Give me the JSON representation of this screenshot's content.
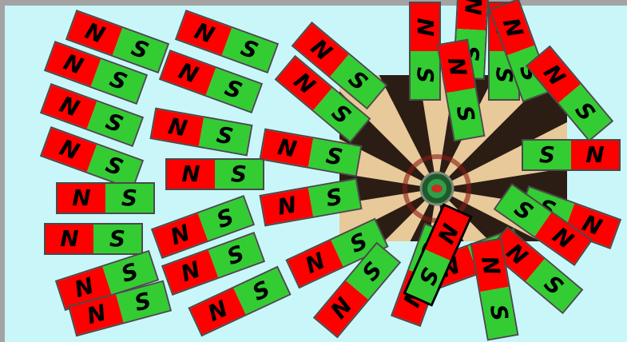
{
  "colors": {
    "north_pole": "#ff0000",
    "south_pole": "#33cc33",
    "background": "#c9f7f9",
    "frame": "#a3a3a3"
  },
  "north_label": "N",
  "south_label": "S",
  "scene": {
    "image_icon": "dartboard-icon"
  },
  "magnets": [
    {
      "first": "N",
      "second": "S"
    },
    {
      "first": "N",
      "second": "S"
    },
    {
      "first": "N",
      "second": "S"
    },
    {
      "first": "N",
      "second": "S"
    },
    {
      "first": "N",
      "second": "S"
    },
    {
      "first": "N",
      "second": "S"
    },
    {
      "first": "N",
      "second": "S"
    },
    {
      "first": "N",
      "second": "S"
    },
    {
      "first": "N",
      "second": "S"
    },
    {
      "first": "N",
      "second": "S"
    },
    {
      "first": "N",
      "second": "S"
    },
    {
      "first": "N",
      "second": "S"
    },
    {
      "first": "N",
      "second": "S"
    },
    {
      "first": "N",
      "second": "S"
    },
    {
      "first": "N",
      "second": "S"
    },
    {
      "first": "N",
      "second": "S"
    },
    {
      "first": "N",
      "second": "S"
    },
    {
      "first": "N",
      "second": "S"
    },
    {
      "first": "N",
      "second": "S"
    },
    {
      "first": "N",
      "second": "S"
    },
    {
      "first": "N",
      "second": "S"
    },
    {
      "first": "N",
      "second": "S"
    },
    {
      "first": "N",
      "second": "S"
    },
    {
      "first": "N",
      "second": "S"
    },
    {
      "first": "N",
      "second": "S"
    },
    {
      "first": "N",
      "second": "S"
    },
    {
      "first": "N",
      "second": "S"
    },
    {
      "first": "N",
      "second": "S"
    },
    {
      "first": "N",
      "second": "S"
    },
    {
      "first": "N",
      "second": "S"
    },
    {
      "first": "N",
      "second": "S"
    },
    {
      "first": "N",
      "second": "S"
    },
    {
      "first": "S",
      "second": "N"
    },
    {
      "first": "S",
      "second": "N"
    },
    {
      "first": "S",
      "second": "N"
    }
  ]
}
